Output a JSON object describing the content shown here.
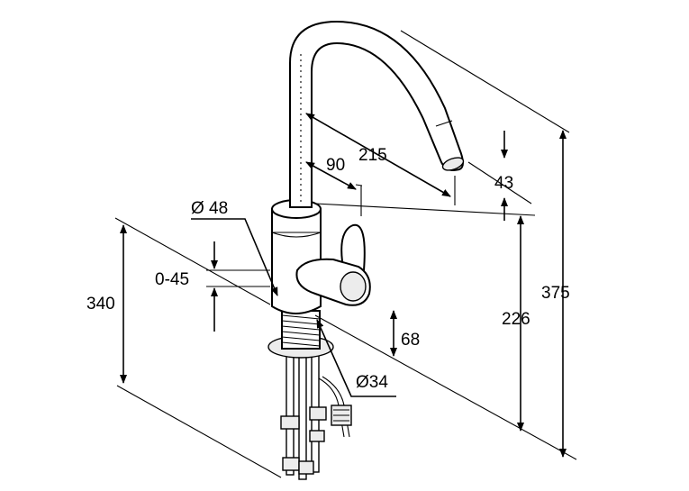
{
  "dimensions": {
    "spout_reach": "215",
    "lever_reach": "90",
    "spout_height": "43",
    "body_diameter": "Ø 48",
    "swivel_angle": "0-45",
    "total_height_left": "340",
    "shank_height": "68",
    "shank_diameter": "Ø34",
    "outlet_height": "226",
    "total_height": "375"
  }
}
